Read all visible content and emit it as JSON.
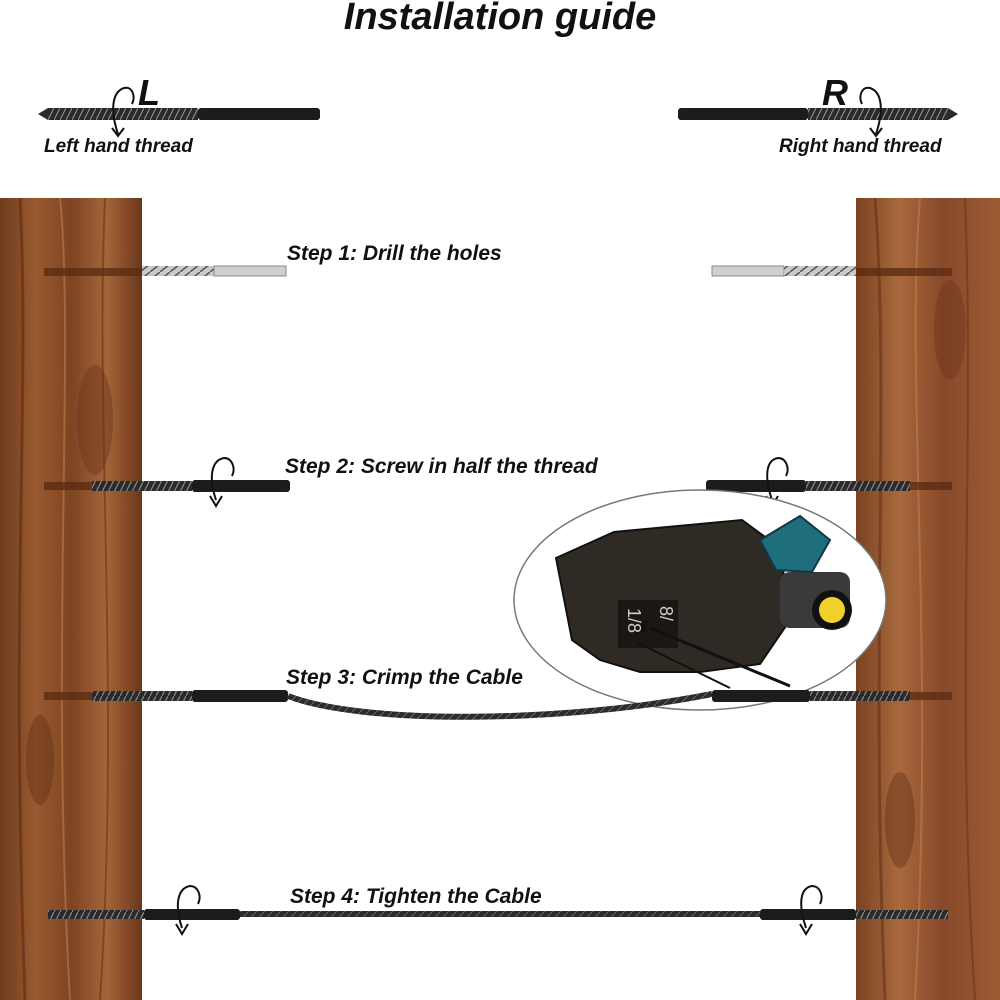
{
  "title": "Installation guide",
  "left_side": {
    "letter": "L",
    "caption": "Left hand thread"
  },
  "right_side": {
    "letter": "R",
    "caption": "Right hand thread"
  },
  "steps": [
    {
      "label": "Step 1: Drill the holes"
    },
    {
      "label": "Step 2: Screw in half the thread"
    },
    {
      "label": "Step 3: Crimp the Cable"
    },
    {
      "label": "Step 4: Tighten the Cable"
    }
  ],
  "crimper": {
    "die_labels": [
      "1/8",
      "8/"
    ]
  },
  "colors": {
    "wood": "#8a4f2a",
    "wood_dark": "#5e2f16",
    "metal": "#1c1c1c",
    "tool_body": "#2f2a24",
    "tool_teal": "#1f6e7d",
    "tool_yellow": "#f2d22a"
  }
}
